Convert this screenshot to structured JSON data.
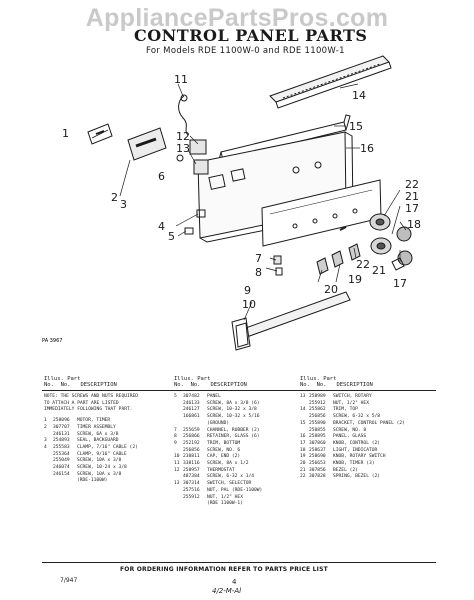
{
  "watermark": "AppliancePartsPros.com",
  "title": "CONTROL PANEL PARTS",
  "subtitle": "For Models RDE 1100W-0 and RDE 1100W-1",
  "callouts": [
    "1",
    "2",
    "3",
    "4",
    "5",
    "6",
    "7",
    "8",
    "9",
    "10",
    "11",
    "12",
    "13",
    "14",
    "15",
    "16",
    "17",
    "17",
    "18",
    "19",
    "20",
    "21",
    "21",
    "22",
    "22"
  ],
  "diagram_code": "PA 3967",
  "columns": {
    "illus": "Illus.",
    "part": "Part",
    "no": "No.",
    "no2": "No.",
    "description": "DESCRIPTION"
  },
  "note": [
    "NOTE: THE SCREWS AND NUTS REQUIRED",
    "TO ATTACH A PART ARE LISTED",
    "IMMEDIATELY FOLLOWING THAT PART."
  ],
  "col1": [
    {
      "id": "1",
      "part": "258096",
      "desc": "MOTOR, TIMER"
    },
    {
      "id": "2",
      "part": "307707",
      "desc": "TIMER ASSEMBLY"
    },
    {
      "id": "",
      "part": "246131",
      "desc": "SCREW, 6A x 3/8"
    },
    {
      "id": "3",
      "part": "254893",
      "desc": "SEAL, BACKGUARD"
    },
    {
      "id": "4",
      "part": "255583",
      "desc": "CLAMP, 7/16\" CABLE (2)"
    },
    {
      "id": "",
      "part": "255364",
      "desc": "CLAMP, 9/16\" CABLE"
    },
    {
      "id": "",
      "part": "255049",
      "desc": "SCREW, 10A x 3/8"
    },
    {
      "id": "",
      "part": "246074",
      "desc": "SCREW, 10-24 x 3/8"
    },
    {
      "id": "",
      "part": "246154",
      "desc": "SCREW, 10A x 3/8"
    },
    {
      "id": "",
      "part": "",
      "desc": "(RDE-1100W)"
    }
  ],
  "col2": [
    {
      "id": "5",
      "part": "307482",
      "desc": "PANEL"
    },
    {
      "id": "",
      "part": "246133",
      "desc": "SCREW, 8A x 3/8 (6)"
    },
    {
      "id": "",
      "part": "246127",
      "desc": "SCREW, 10-32 x 3/8"
    },
    {
      "id": "",
      "part": "166861",
      "desc": "SCREW, 10-32 x 5/16"
    },
    {
      "id": "",
      "part": "",
      "desc": "(GROUND)"
    },
    {
      "id": "7",
      "part": "255659",
      "desc": "CHANNEL, RUBBER (2)"
    },
    {
      "id": "8",
      "part": "256866",
      "desc": "RETAINER, GLASS (6)"
    },
    {
      "id": "9",
      "part": "252192",
      "desc": "TRIM, BOTTOM"
    },
    {
      "id": "",
      "part": "256856",
      "desc": "SCREW, NO. 6"
    },
    {
      "id": "10",
      "part": "238811",
      "desc": "CAP, END (2)"
    },
    {
      "id": "11",
      "part": "338116",
      "desc": "SCREW, 8A x 1/2"
    },
    {
      "id": "12",
      "part": "258957",
      "desc": "THERMOSTAT"
    },
    {
      "id": "",
      "part": "487384",
      "desc": "SCREW, 6-32 x 1/4"
    },
    {
      "id": "13",
      "part": "307314",
      "desc": "SWITCH, SELECTOR"
    },
    {
      "id": "",
      "part": "257516",
      "desc": "NUT, PAL (RDE-1100W)"
    },
    {
      "id": "",
      "part": "255912",
      "desc": "NUT, 1/2\" HEX"
    },
    {
      "id": "",
      "part": "",
      "desc": "(RDE 1100W-1)"
    }
  ],
  "col3": [
    {
      "id": "13",
      "part": "258989",
      "desc": "SWITCH, ROTARY"
    },
    {
      "id": "",
      "part": "255912",
      "desc": "NUT, 1/2\" HEX"
    },
    {
      "id": "14",
      "part": "255862",
      "desc": "TRIM, TOP"
    },
    {
      "id": "",
      "part": "256856",
      "desc": "SCREW, 6-32 x 5/8"
    },
    {
      "id": "15",
      "part": "255890",
      "desc": "BRACKET, CONTROL PANEL (2)"
    },
    {
      "id": "",
      "part": "258855",
      "desc": "SCREW, NO. 8"
    },
    {
      "id": "16",
      "part": "258895",
      "desc": "PANEL, GLASS"
    },
    {
      "id": "17",
      "part": "307860",
      "desc": "KNOB, CONTROL (2)"
    },
    {
      "id": "18",
      "part": "258637",
      "desc": "LIGHT, INDICATOR"
    },
    {
      "id": "19",
      "part": "258690",
      "desc": "KNOB, ROTARY SWITCH"
    },
    {
      "id": "20",
      "part": "256653",
      "desc": "KNOB, TIMER (3)"
    },
    {
      "id": "21",
      "part": "307856",
      "desc": "BEZEL (2)"
    },
    {
      "id": "22",
      "part": "307828",
      "desc": "SPRING, BEZEL (2)"
    }
  ],
  "footer": "FOR ORDERING INFORMATION REFER TO PARTS PRICE LIST",
  "doc_number": "7/947",
  "page_mark": "4",
  "signature": "4/2-M-Al"
}
